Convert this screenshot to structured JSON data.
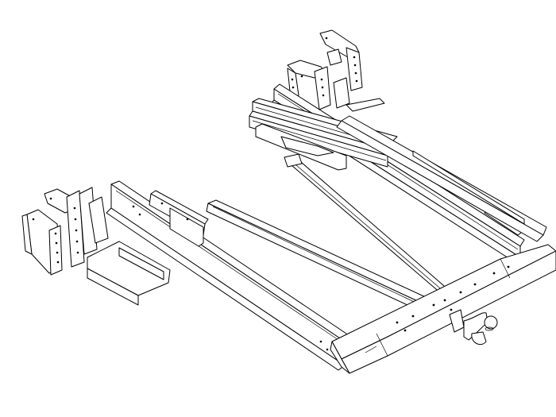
{
  "drawing": {
    "subject": "towbar-assembly-exploded-view",
    "line_color": "#000000",
    "background": "#ffffff",
    "parts": [
      {
        "id": "left-bracket-outer",
        "icon": "mounting-bracket"
      },
      {
        "id": "left-bracket-inner",
        "icon": "mounting-bracket"
      },
      {
        "id": "left-side-rail",
        "icon": "rail"
      },
      {
        "id": "left-small-plate",
        "icon": "plate"
      },
      {
        "id": "left-diagonal-strut",
        "icon": "strut"
      },
      {
        "id": "right-bracket-upper",
        "icon": "mounting-bracket"
      },
      {
        "id": "right-side-rail",
        "icon": "rail"
      },
      {
        "id": "right-channel",
        "icon": "channel"
      },
      {
        "id": "diagonal-brace",
        "icon": "brace"
      },
      {
        "id": "cross-beam",
        "icon": "beam"
      },
      {
        "id": "ball-hitch",
        "icon": "tow-ball"
      }
    ]
  }
}
